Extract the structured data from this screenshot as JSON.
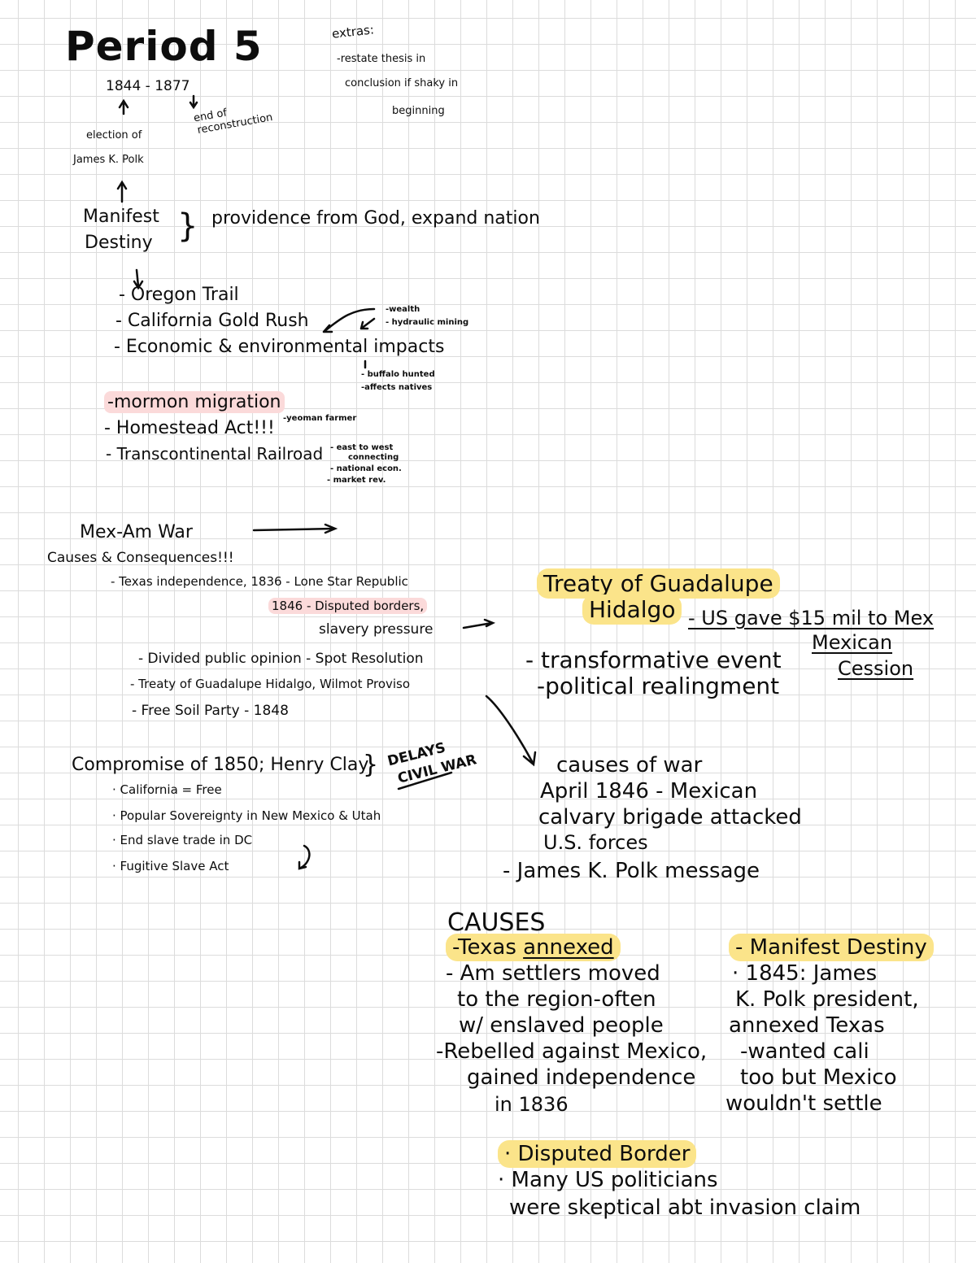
{
  "page": {
    "title": "Period 5",
    "date_range": "1844 - 1877",
    "start_note": [
      "election of",
      "James K. Polk"
    ],
    "end_note": [
      "end of",
      "reconstruction"
    ],
    "highlight_colors": {
      "yellow": "#fbe48a",
      "pink": "#fbdada"
    }
  },
  "extras": {
    "label": "extras:",
    "lines": [
      "-restate thesis in",
      "conclusion if shaky in",
      "beginning"
    ]
  },
  "manifest_destiny": {
    "term_line1": "Manifest",
    "term_line2": "Destiny",
    "definition": "providence from God, expand nation",
    "items": [
      "- Oregon Trail",
      "- California Gold Rush",
      "- Economic & environmental impacts"
    ],
    "gold_rush_notes": [
      "-wealth",
      "- hydraulic mining"
    ],
    "impacts_notes": [
      "- buffalo hunted",
      "-affects natives"
    ],
    "items2": [
      "-mormon migration",
      "- Homestead Act!!!",
      "- Transcontinental Railroad"
    ],
    "homestead_note": "-yeoman farmer",
    "railroad_notes": [
      "- east to west",
      "connecting",
      "- national econ.",
      "- market rev."
    ]
  },
  "mex_am_war": {
    "heading": "Mex-Am War",
    "subheading": "Causes & Consequences!!!",
    "items": [
      "- Texas independence, 1836 - Lone Star Republic",
      "1846 - Disputed borders,",
      "slavery pressure",
      "- Divided public opinion - Spot Resolution",
      "- Treaty of Guadalupe Hidalgo, Wilmot Proviso",
      "- Free Soil Party - 1848"
    ],
    "highlighted_phrases": [
      "Disputed borders,",
      "Spot Resolution",
      "Wilmot Proviso"
    ]
  },
  "compromise": {
    "heading": "Compromise of 1850; Henry Clay",
    "aside": [
      "DELAYS",
      "CIVIL WAR"
    ],
    "items": [
      "California = Free",
      "Popular Sovereignty in New Mexico & Utah",
      "End slave trade in DC",
      "Fugitive Slave Act"
    ]
  },
  "treaty": {
    "title_line1": "Treaty of Guadalupe",
    "title_line2": "Hidalgo",
    "payment": "- US gave $15 mil to Mex",
    "cession_line1": "Mexican",
    "cession_line2": "Cession",
    "notes": [
      "- transformative event",
      "-political realingment"
    ]
  },
  "causes_of_war": {
    "heading": "causes of war",
    "lines": [
      "April 1846 - Mexican",
      "calvary brigade attacked",
      "U.S. forces",
      "- James K. Polk message"
    ]
  },
  "causes": {
    "heading": "CAUSES",
    "texas": {
      "title_prefix": "-Texas ",
      "title_underlined": "annexed",
      "lines": [
        "- Am settlers moved",
        "to the region-often",
        "w/ enslaved people",
        "-Rebelled against Mexico,",
        "gained independence",
        "in 1836"
      ]
    },
    "manifest": {
      "title": "- Manifest Destiny",
      "lines": [
        "· 1845: James",
        "K. Polk president,",
        "annexed Texas",
        "-wanted cali",
        "too but Mexico",
        "wouldn't settle"
      ]
    },
    "border": {
      "title": "· Disputed Border",
      "lines": [
        "· Many US politicians",
        "were skeptical abt invasion claim"
      ]
    }
  }
}
